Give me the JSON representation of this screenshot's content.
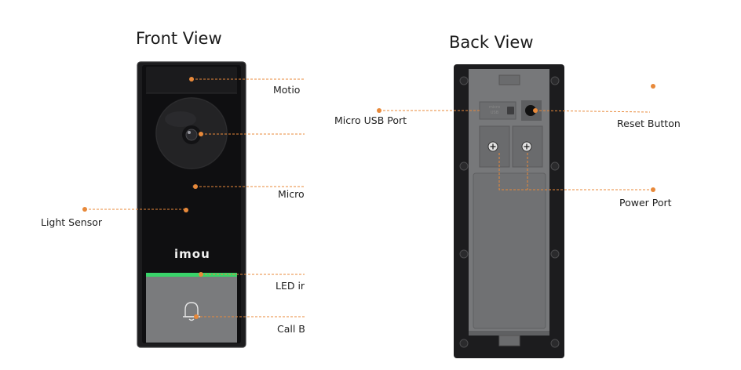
{
  "titles": {
    "front": "Front View",
    "back": "Back View"
  },
  "front_labels": {
    "motion": "Motio",
    "camera": "",
    "mic": "Micro",
    "light_sensor": "Light Sensor",
    "led": "LED ir",
    "call": "Call B"
  },
  "back_labels": {
    "micro_usb": "Micro USB Port",
    "reset": "Reset Button",
    "power": "Power Port"
  },
  "device": {
    "logo": "imou",
    "usb_marking_top": "micro",
    "usb_marking_bottom": "USB"
  },
  "colors": {
    "leader": "#e8893a",
    "led": "#39d36a",
    "device_body": "#1e1e20",
    "button_panel": "#7a7b7d",
    "back_plate": "#77787a"
  },
  "icons": [
    "bell-icon",
    "screw-icon"
  ]
}
